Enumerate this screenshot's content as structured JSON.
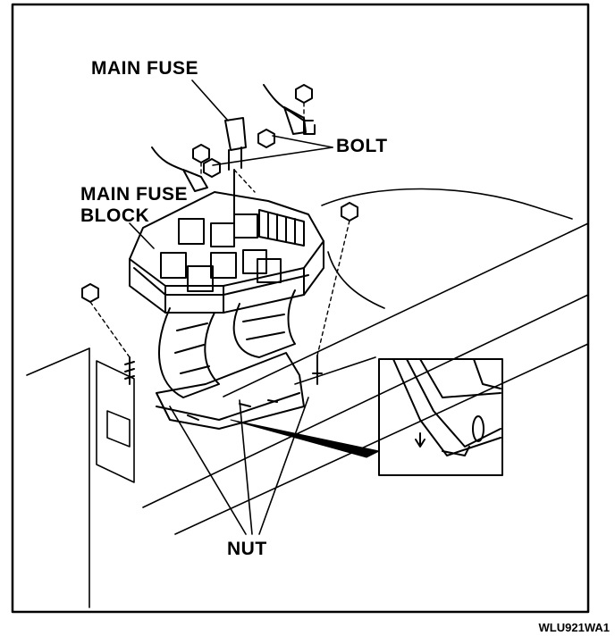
{
  "labels": {
    "main_fuse": "MAIN FUSE",
    "bolt": "BOLT",
    "main_fuse_block_line1": "MAIN FUSE",
    "main_fuse_block_line2": "BLOCK",
    "nut": "NUT"
  },
  "figure_code": "WLU921WA1",
  "colors": {
    "ink": "#000000",
    "paper": "#ffffff"
  }
}
